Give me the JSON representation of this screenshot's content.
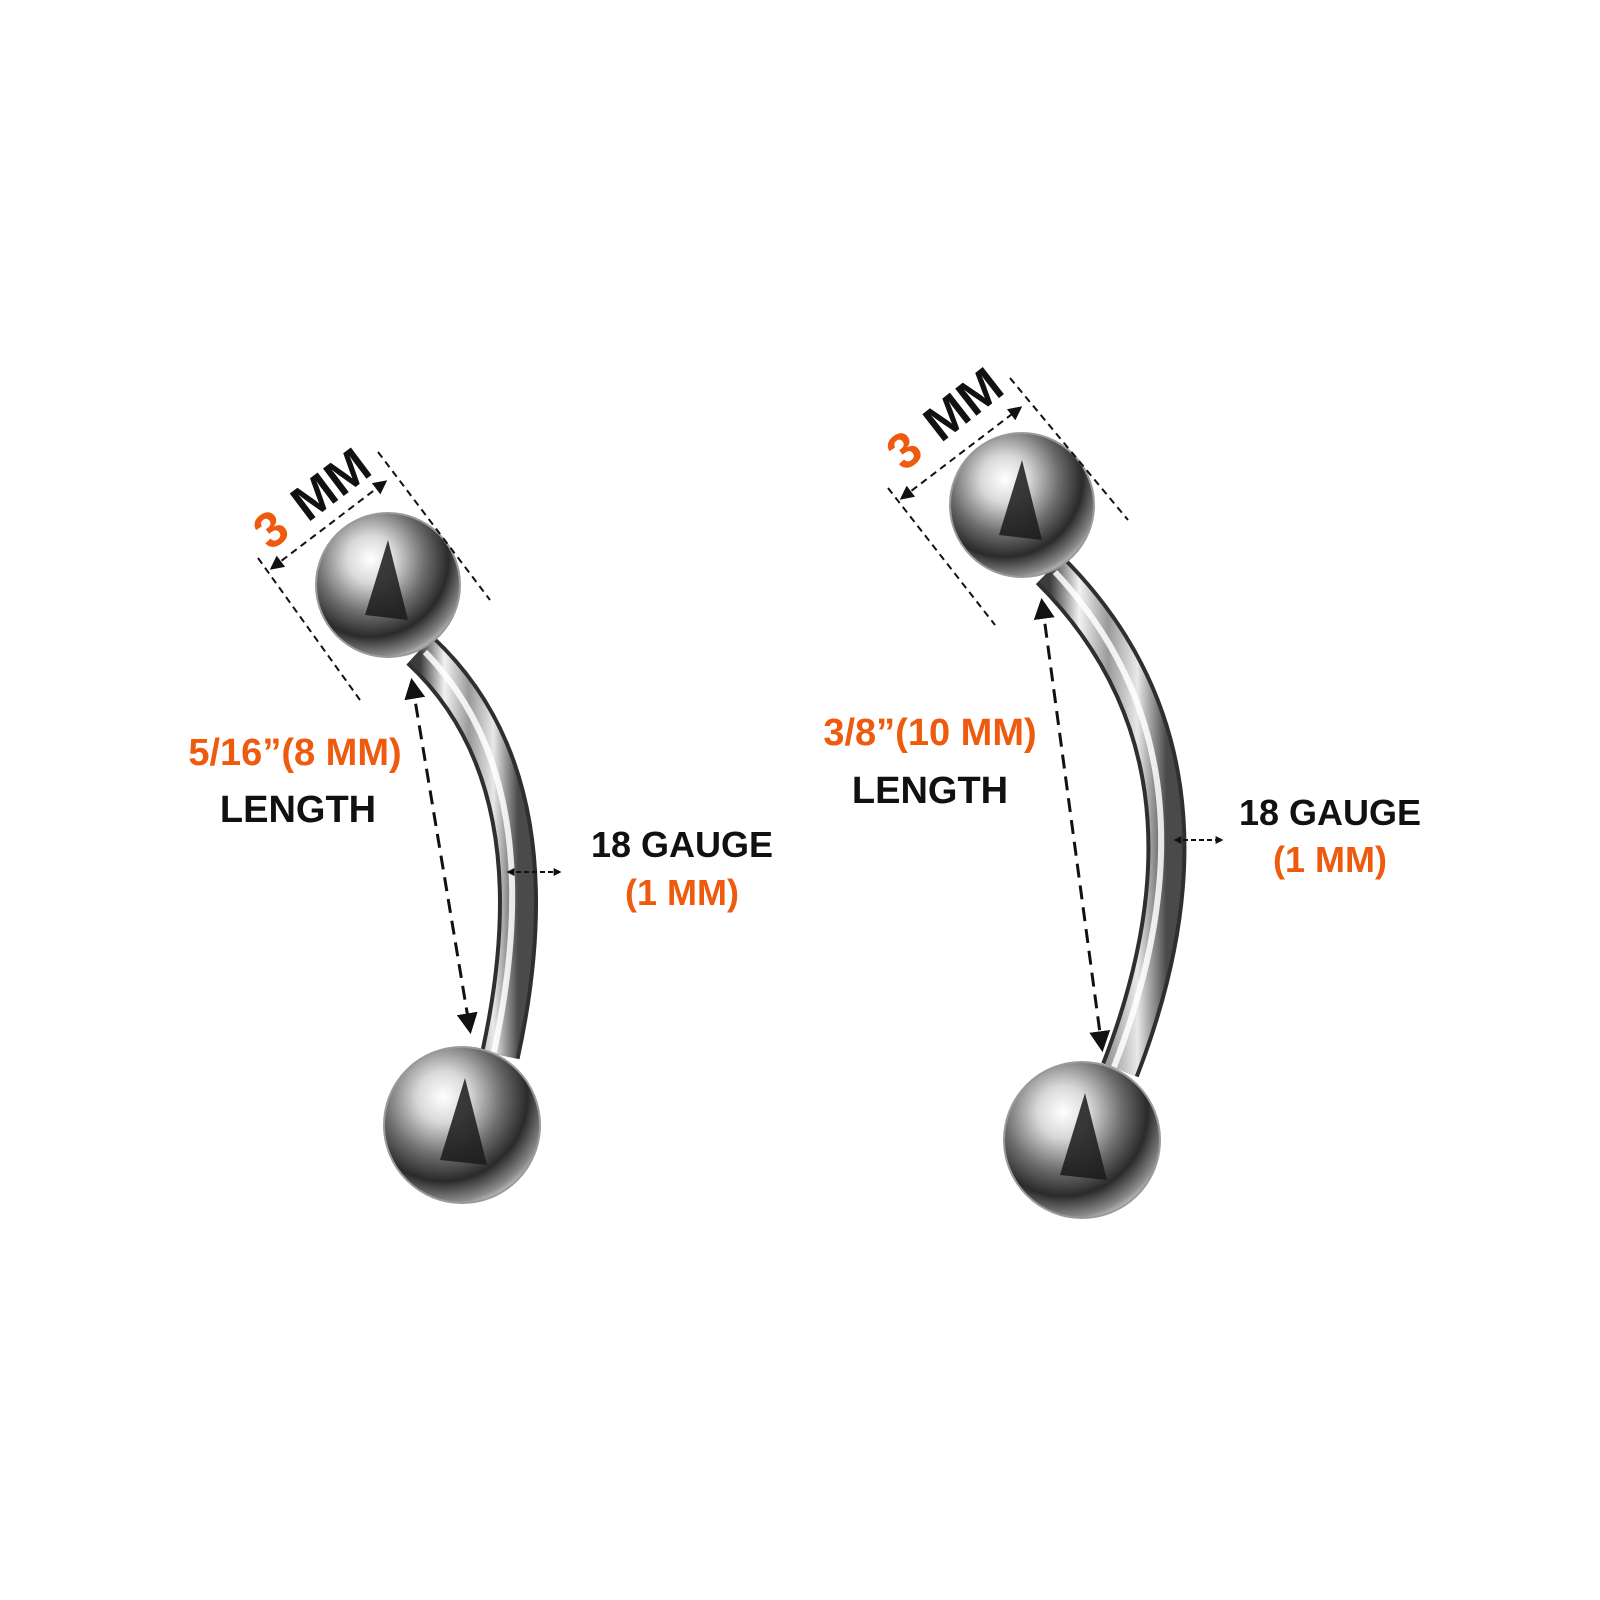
{
  "colors": {
    "accent": "#ee5a0e",
    "text": "#111111",
    "steel_light": "#f4f4f4",
    "steel_mid": "#a8a8a8",
    "steel_dark": "#1e1e1e",
    "background": "#ffffff"
  },
  "left": {
    "ball_size_value": "3",
    "ball_size_unit": "MM",
    "length_value": "5/16”(8 MM)",
    "length_label": "LENGTH",
    "gauge_label": "18 GAUGE",
    "gauge_value": "(1 MM)"
  },
  "right": {
    "ball_size_value": "3",
    "ball_size_unit": "MM",
    "length_value": "3/8”(10 MM)",
    "length_label": "LENGTH",
    "gauge_label": "18 GAUGE",
    "gauge_value": "(1 MM)"
  }
}
